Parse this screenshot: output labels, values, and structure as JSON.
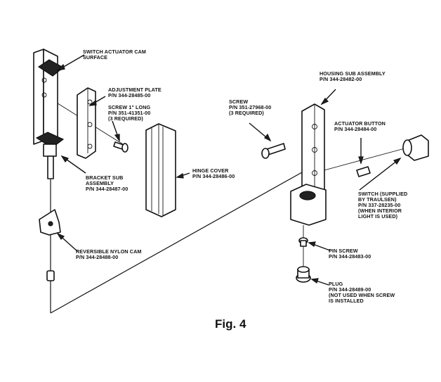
{
  "figure": {
    "caption": "Fig. 4"
  },
  "labels": {
    "switch_actuator": [
      "SWITCH ACTUATOR CAM",
      "SURFACE"
    ],
    "adjustment_plate": [
      "ADJUSTMENT PLATE",
      "P/N 344-28485-00"
    ],
    "screw_long": [
      "SCREW 1\" LONG",
      "P/N 351-41351-00",
      "(3 REQUIRED)"
    ],
    "bracket": [
      "BRACKET SUB",
      "ASSEMBLY",
      "P/N 344-28487-00"
    ],
    "hinge_cover": [
      "HINGE COVER",
      "P/N 344-28486-00"
    ],
    "nylon_cam": [
      "REVERSIBLE NYLON CAM",
      "P/N 344-28488-00"
    ],
    "housing": [
      "HOUSING SUB ASSEMBLY",
      "P/N 344-28482-00"
    ],
    "screw": [
      "SCREW",
      "P/N 351-27968-00",
      "(3 REQUIRED)"
    ],
    "actuator_button": [
      "ACTUATOR BUTTON",
      "P/N 344-28484-00"
    ],
    "switch": [
      "SWITCH (SUPPLIED",
      "BY TRAULSEN)",
      "P/N 337-28235-00",
      "(WHEN INTERIOR",
      "LIGHT IS USED)"
    ],
    "pin_screw": [
      "PIN SCREW",
      "P/N 344-28483-00"
    ],
    "plug": [
      "PLUG",
      "P/N 344-28489-00",
      "(NOT USED WHEN SCREW",
      "IS INSTALLED"
    ]
  }
}
